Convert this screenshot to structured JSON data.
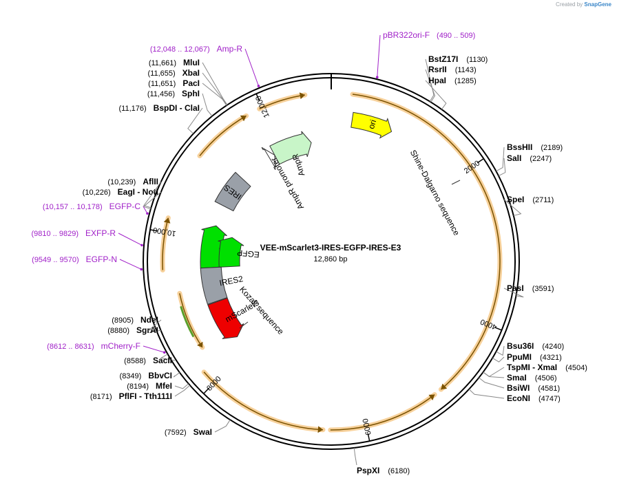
{
  "watermark": {
    "prefix": "Created by",
    "brand": "SnapGene"
  },
  "plasmid": {
    "name": "VEE-mScarlet3-IRES-EGFP-IRES-E3",
    "length": 12860,
    "length_label": "12,860 bp"
  },
  "colors": {
    "primer": "#a020c8",
    "feature_band": "#f6c98a",
    "arrow_dark": "#7a5200",
    "ori": "#ffff00",
    "ampr": "#c8f5c8",
    "egfp": "#00e000",
    "ires": "#9aa0a8",
    "mscarlet": "#ee0000"
  },
  "ticks": [
    {
      "pos": 2000,
      "label": "2000"
    },
    {
      "pos": 4000,
      "label": "4000"
    },
    {
      "pos": 6000,
      "label": "6000"
    },
    {
      "pos": 8000,
      "label": "8000"
    },
    {
      "pos": 10000,
      "label": "10,000"
    },
    {
      "pos": 12000,
      "label": "12,000"
    }
  ],
  "enzymes": [
    {
      "name": "BstZ17I",
      "pos": "(1130)",
      "site": 1130
    },
    {
      "name": "RsrII",
      "pos": "(1143)",
      "site": 1143
    },
    {
      "name": "HpaI",
      "pos": "(1285)",
      "site": 1285
    },
    {
      "name": "BssHII",
      "pos": "(2189)",
      "site": 2189
    },
    {
      "name": "SalI",
      "pos": "(2247)",
      "site": 2247
    },
    {
      "name": "SpeI",
      "pos": "(2711)",
      "site": 2711
    },
    {
      "name": "PasI",
      "pos": "(3591)",
      "site": 3591
    },
    {
      "name": "Bsu36I",
      "pos": "(4240)",
      "site": 4240
    },
    {
      "name": "PpuMI",
      "pos": "(4321)",
      "site": 4321
    },
    {
      "name": "TspMI  -  XmaI",
      "pos": "(4504)",
      "site": 4504
    },
    {
      "name": "SmaI",
      "pos": "(4506)",
      "site": 4506
    },
    {
      "name": "BsiWI",
      "pos": "(4581)",
      "site": 4581
    },
    {
      "name": "EcoNI",
      "pos": "(4747)",
      "site": 4747
    },
    {
      "name": "PspXI",
      "pos": "(6180)",
      "site": 6180
    },
    {
      "name": "SwaI",
      "pos": "(7592)",
      "site": 7592
    },
    {
      "name": "PflFI  -  Tth111I",
      "pos": "(8171)",
      "site": 8171
    },
    {
      "name": "MfeI",
      "pos": "(8194)",
      "site": 8194
    },
    {
      "name": "BbvCI",
      "pos": "(8349)",
      "site": 8349
    },
    {
      "name": "SacII",
      "pos": "(8588)",
      "site": 8588
    },
    {
      "name": "SgrAI",
      "pos": "(8880)",
      "site": 8880
    },
    {
      "name": "NdeI",
      "pos": "(8905)",
      "site": 8905
    },
    {
      "name": "EagI  -  NotI",
      "pos": "(10,226)",
      "site": 10226
    },
    {
      "name": "AflII",
      "pos": "(10,239)",
      "site": 10239
    },
    {
      "name": "BspDI  -  ClaI",
      "pos": "(11,176)",
      "site": 11176
    },
    {
      "name": "SphI",
      "pos": "(11,456)",
      "site": 11456
    },
    {
      "name": "PacI",
      "pos": "(11,651)",
      "site": 11651
    },
    {
      "name": "XbaI",
      "pos": "(11,655)",
      "site": 11655
    },
    {
      "name": "MluI",
      "pos": "(11,661)",
      "site": 11661
    }
  ],
  "primers": [
    {
      "name": "pBR322ori-F",
      "range": "(490 .. 509)",
      "site": 500
    },
    {
      "name": "Amp-R",
      "range": "(12,048 .. 12,067)",
      "site": 12057
    },
    {
      "name": "EGFP-C",
      "range": "(10,157 .. 10,178)",
      "site": 10168
    },
    {
      "name": "EXFP-R",
      "range": "(9810 .. 9829)",
      "site": 9820
    },
    {
      "name": "EGFP-N",
      "range": "(9549 .. 9570)",
      "site": 9560
    },
    {
      "name": "mCherry-F",
      "range": "(8612 .. 8631)",
      "site": 8622
    }
  ],
  "features": [
    {
      "name": "ori",
      "start": 300,
      "end": 889,
      "dir": 1,
      "track": 0,
      "color": "#ffff00",
      "label_inside": true
    },
    {
      "name": "AmpR",
      "start": 11860,
      "end": 12520,
      "dir": 1,
      "track": 1,
      "color": "#c8f5c8",
      "label_inside": false
    },
    {
      "name": "AmpR promoter",
      "start": 11760,
      "end": 11860,
      "dir": 1,
      "track": 1,
      "color": "#ffffff",
      "label_inside": false
    },
    {
      "name": "IRES",
      "start": 10620,
      "end": 11180,
      "dir": 0,
      "track": 1,
      "color": "#9aa0a8",
      "label_inside": true
    },
    {
      "name": "EGFP",
      "start": 9540,
      "end": 10260,
      "dir": 1,
      "track": 1,
      "color": "#00e000",
      "label_inside": false
    },
    {
      "name": "EGFP",
      "start": 9540,
      "end": 10130,
      "dir": 1,
      "track": 2,
      "color": "#00e000",
      "label_inside": false
    },
    {
      "name": "IRES2",
      "start": 8960,
      "end": 9540,
      "dir": 0,
      "track": 1,
      "color": "#9aa0a8",
      "label_inside": false
    },
    {
      "name": "mScarlet3",
      "start": 8260,
      "end": 8950,
      "dir": -1,
      "track": 1,
      "color": "#ee0000",
      "label_inside": false
    }
  ],
  "labels": [
    {
      "name": "Shine-Dalgarno sequence"
    },
    {
      "name": "Kozak sequence"
    }
  ]
}
